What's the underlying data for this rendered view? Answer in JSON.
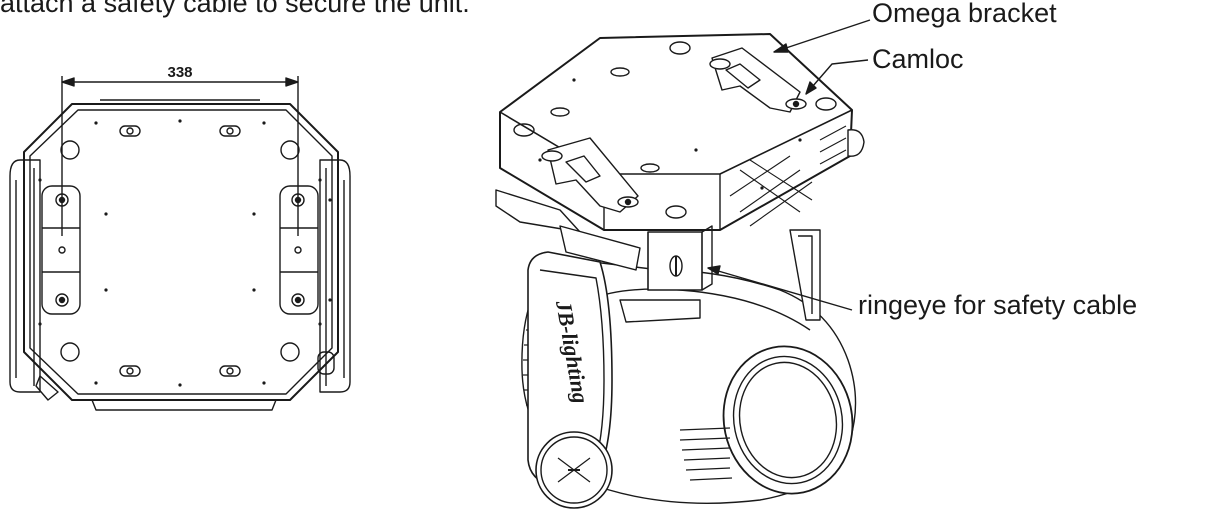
{
  "intro_text": "attach a safety cable to secure the unit.",
  "dimension": {
    "value": "338"
  },
  "callouts": {
    "omega_bracket": "Omega bracket",
    "camloc": "Camloc",
    "ringeye": "ringeye for safety cable"
  },
  "brand_text": "JB-lighting"
}
